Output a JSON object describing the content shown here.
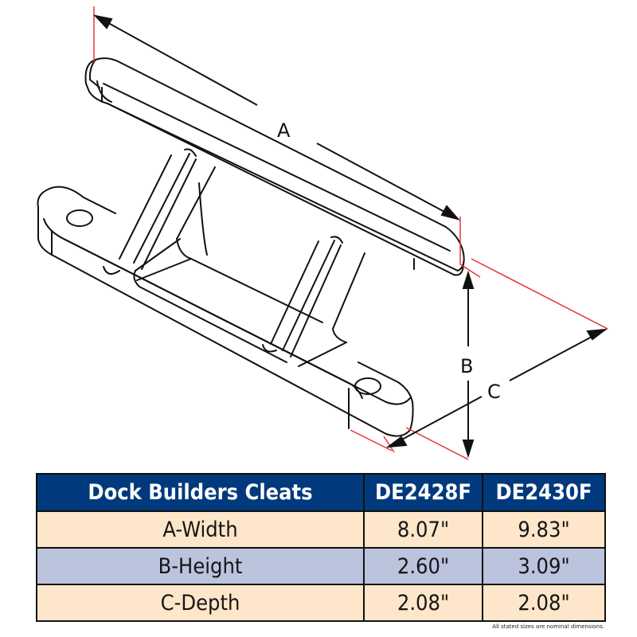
{
  "diagram": {
    "subject": "dock cleat isometric line drawing",
    "dimension_labels": {
      "a": "A",
      "b": "B",
      "c": "C"
    },
    "colors": {
      "line": "#111111",
      "extension_line": "#e8323c"
    }
  },
  "table": {
    "header": [
      "Dock Builders Cleats",
      "DE2428F",
      "DE2430F"
    ],
    "rows": [
      {
        "label": "A-Width",
        "values": [
          "8.07\"",
          "9.83\""
        ],
        "color": "#fde6c9"
      },
      {
        "label": "B-Height",
        "values": [
          "2.60\"",
          "3.09\""
        ],
        "color": "#bcc3dd"
      },
      {
        "label": "C-Depth",
        "values": [
          "2.08\"",
          "2.08\""
        ],
        "color": "#fde6c9"
      }
    ],
    "header_color": "#003a7c"
  },
  "footnote": "All stated sizes are nominal dimensions."
}
